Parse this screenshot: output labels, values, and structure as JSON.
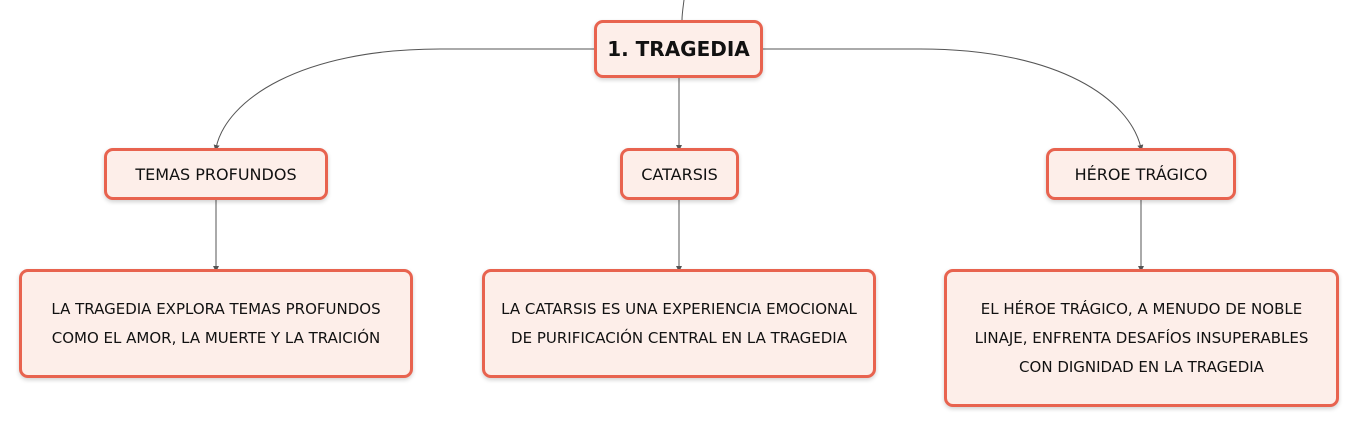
{
  "map": {
    "root": {
      "label": "1. TRAGEDIA"
    },
    "branches": [
      {
        "label": "TEMAS PROFUNDOS",
        "detail": "LA TRAGEDIA EXPLORA TEMAS PROFUNDOS COMO EL AMOR, LA MUERTE Y LA TRAICIÓN"
      },
      {
        "label": "CATARSIS",
        "detail": "LA CATARSIS ES UNA EXPERIENCIA EMOCIONAL DE PURIFICACIÓN CENTRAL EN LA TRAGEDIA"
      },
      {
        "label": "HÉROE TRÁGICO",
        "detail": "EL HÉROE TRÁGICO, A MENUDO DE NOBLE LINAJE, ENFRENTA DESAFÍOS INSUPERABLES CON DIGNIDAD EN LA TRAGEDIA"
      }
    ]
  },
  "colors": {
    "node_border": "#e8634f",
    "node_fill": "#fdeee9",
    "connector": "#555555",
    "text": "#111111"
  }
}
